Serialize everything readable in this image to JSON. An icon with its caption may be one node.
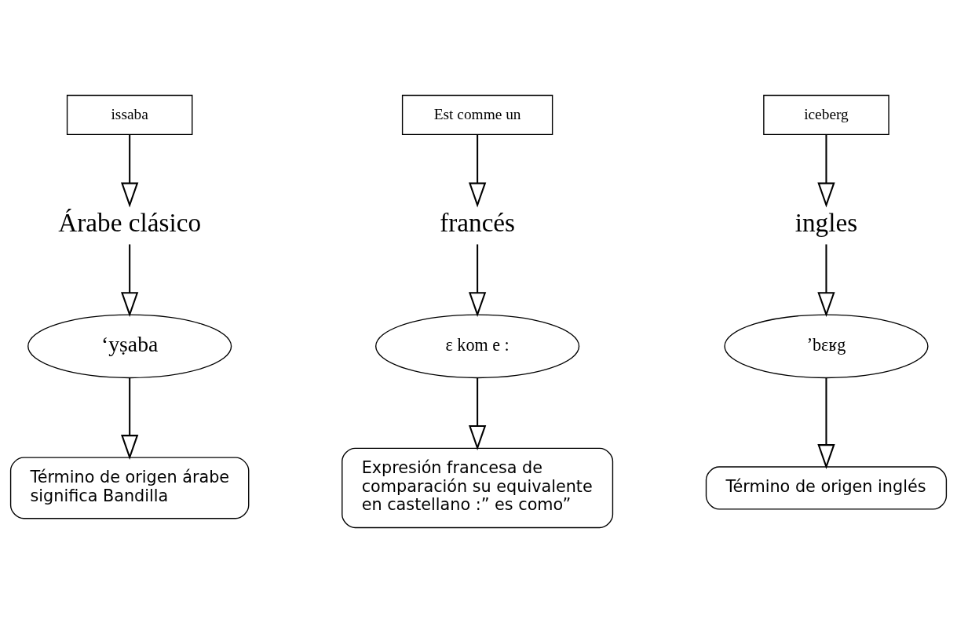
{
  "diagram": {
    "nodes": [
      {
        "text": [
          "issaba"
        ]
      },
      {
        "text": [
          "Est comme un"
        ]
      },
      {
        "text": [
          "iceberg"
        ]
      },
      {
        "text": [
          "Árabe clásico"
        ]
      },
      {
        "text": [
          "francés"
        ]
      },
      {
        "text": [
          "ingles"
        ]
      },
      {
        "text": [
          "ʻyṣaba"
        ]
      },
      {
        "text": [
          "ɛ kom e :"
        ]
      },
      {
        "text": [
          "ʼbɛʁg"
        ]
      },
      {
        "text": [
          "Término de origen árabe significa Bandilla"
        ]
      },
      {
        "text": [
          "Expresión francesa de comparación su equivalente en castellano :” es como”"
        ]
      },
      {
        "text": [
          "Término de origen inglés"
        ]
      }
    ],
    "edges": [
      {
        "from": 0,
        "to": 3,
        "arrow": "to"
      },
      {
        "from": 3,
        "to": 6,
        "arrow": "to"
      },
      {
        "from": 6,
        "to": 9,
        "arrow": "to"
      },
      {
        "from": 1,
        "to": 4,
        "arrow": "to"
      },
      {
        "from": 4,
        "to": 7,
        "arrow": "to"
      },
      {
        "from": 7,
        "to": 10,
        "arrow": "to"
      },
      {
        "from": 2,
        "to": 5,
        "arrow": "to"
      },
      {
        "from": 5,
        "to": 8,
        "arrow": "to"
      },
      {
        "from": 8,
        "to": 11,
        "arrow": "to"
      }
    ]
  }
}
